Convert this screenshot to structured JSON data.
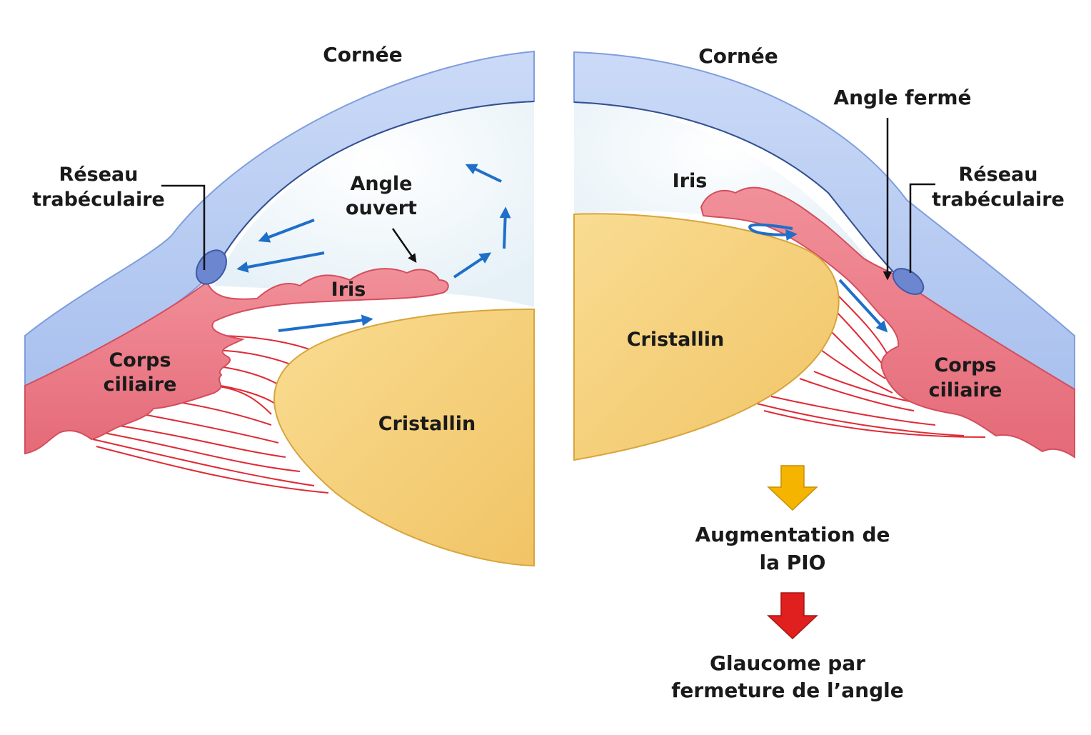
{
  "left_panel": {
    "cornea_label": "Cornée",
    "trabecular_label_line1": "Réseau",
    "trabecular_label_line2": "trabéculaire",
    "angle_label_line1": "Angle",
    "angle_label_line2": "ouvert",
    "iris_label": "Iris",
    "ciliary_label_line1": "Corps",
    "ciliary_label_line2": "ciliaire",
    "lens_label": "Cristallin"
  },
  "right_panel": {
    "cornea_label": "Cornée",
    "angle_label": "Angle fermé",
    "iris_label": "Iris",
    "trabecular_label_line1": "Réseau",
    "trabecular_label_line2": "trabéculaire",
    "lens_label": "Cristallin",
    "ciliary_label_line1": "Corps",
    "ciliary_label_line2": "ciliaire"
  },
  "flow": {
    "step1_line1": "Augmentation de",
    "step1_line2": "la PIO",
    "step2_line1": "Glaucome par",
    "step2_line2": "fermeture de l’angle"
  },
  "colors": {
    "cornea": "#b9cdf2",
    "iris": "#ef7f8a",
    "lens": "#f6cf7c",
    "flow_arrow_blue": "#1f6fc9",
    "arrow_yellow": "#f5b400",
    "arrow_red": "#e01f1f"
  }
}
